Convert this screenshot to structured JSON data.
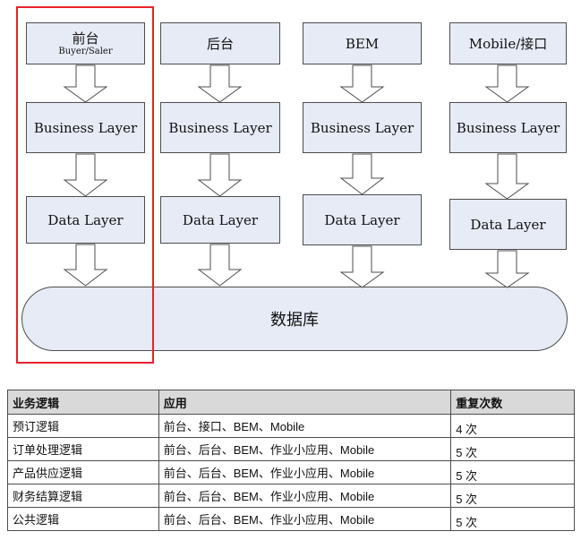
{
  "columns": [
    {
      "top": "前台",
      "sub": "Buyer/Saler",
      "business": "Business Layer",
      "data": "Data Layer"
    },
    {
      "top": "后台",
      "sub": "",
      "business": "Business Layer",
      "data": "Data Layer"
    },
    {
      "top": "BEM",
      "sub": "",
      "business": "Business Layer",
      "data": "Data Layer"
    },
    {
      "top": "Mobile/接口",
      "sub": "",
      "business": "Business Layer",
      "data": "Data Layer"
    }
  ],
  "database": "数据库",
  "table": {
    "headers": [
      "业务逻辑",
      "应用",
      "重复次数"
    ],
    "rows": [
      [
        "预订逻辑",
        "前台、接口、BEM、Mobile",
        "4 次"
      ],
      [
        "订单处理逻辑",
        "前台、后台、BEM、作业小应用、Mobile",
        "5 次"
      ],
      [
        "产品供应逻辑",
        "前台、后台、BEM、作业小应用、Mobile",
        "5 次"
      ],
      [
        "财务结算逻辑",
        "前台、后台、BEM、作业小应用、Mobile",
        "5 次"
      ],
      [
        "公共逻辑",
        "前台、后台、BEM、作业小应用、Mobile",
        "5 次"
      ]
    ]
  },
  "colors": {
    "box_fill": "#e7ebf6",
    "border": "#4d4d4d",
    "highlight": "#e8212a",
    "header_fill": "#d9d9d9"
  }
}
